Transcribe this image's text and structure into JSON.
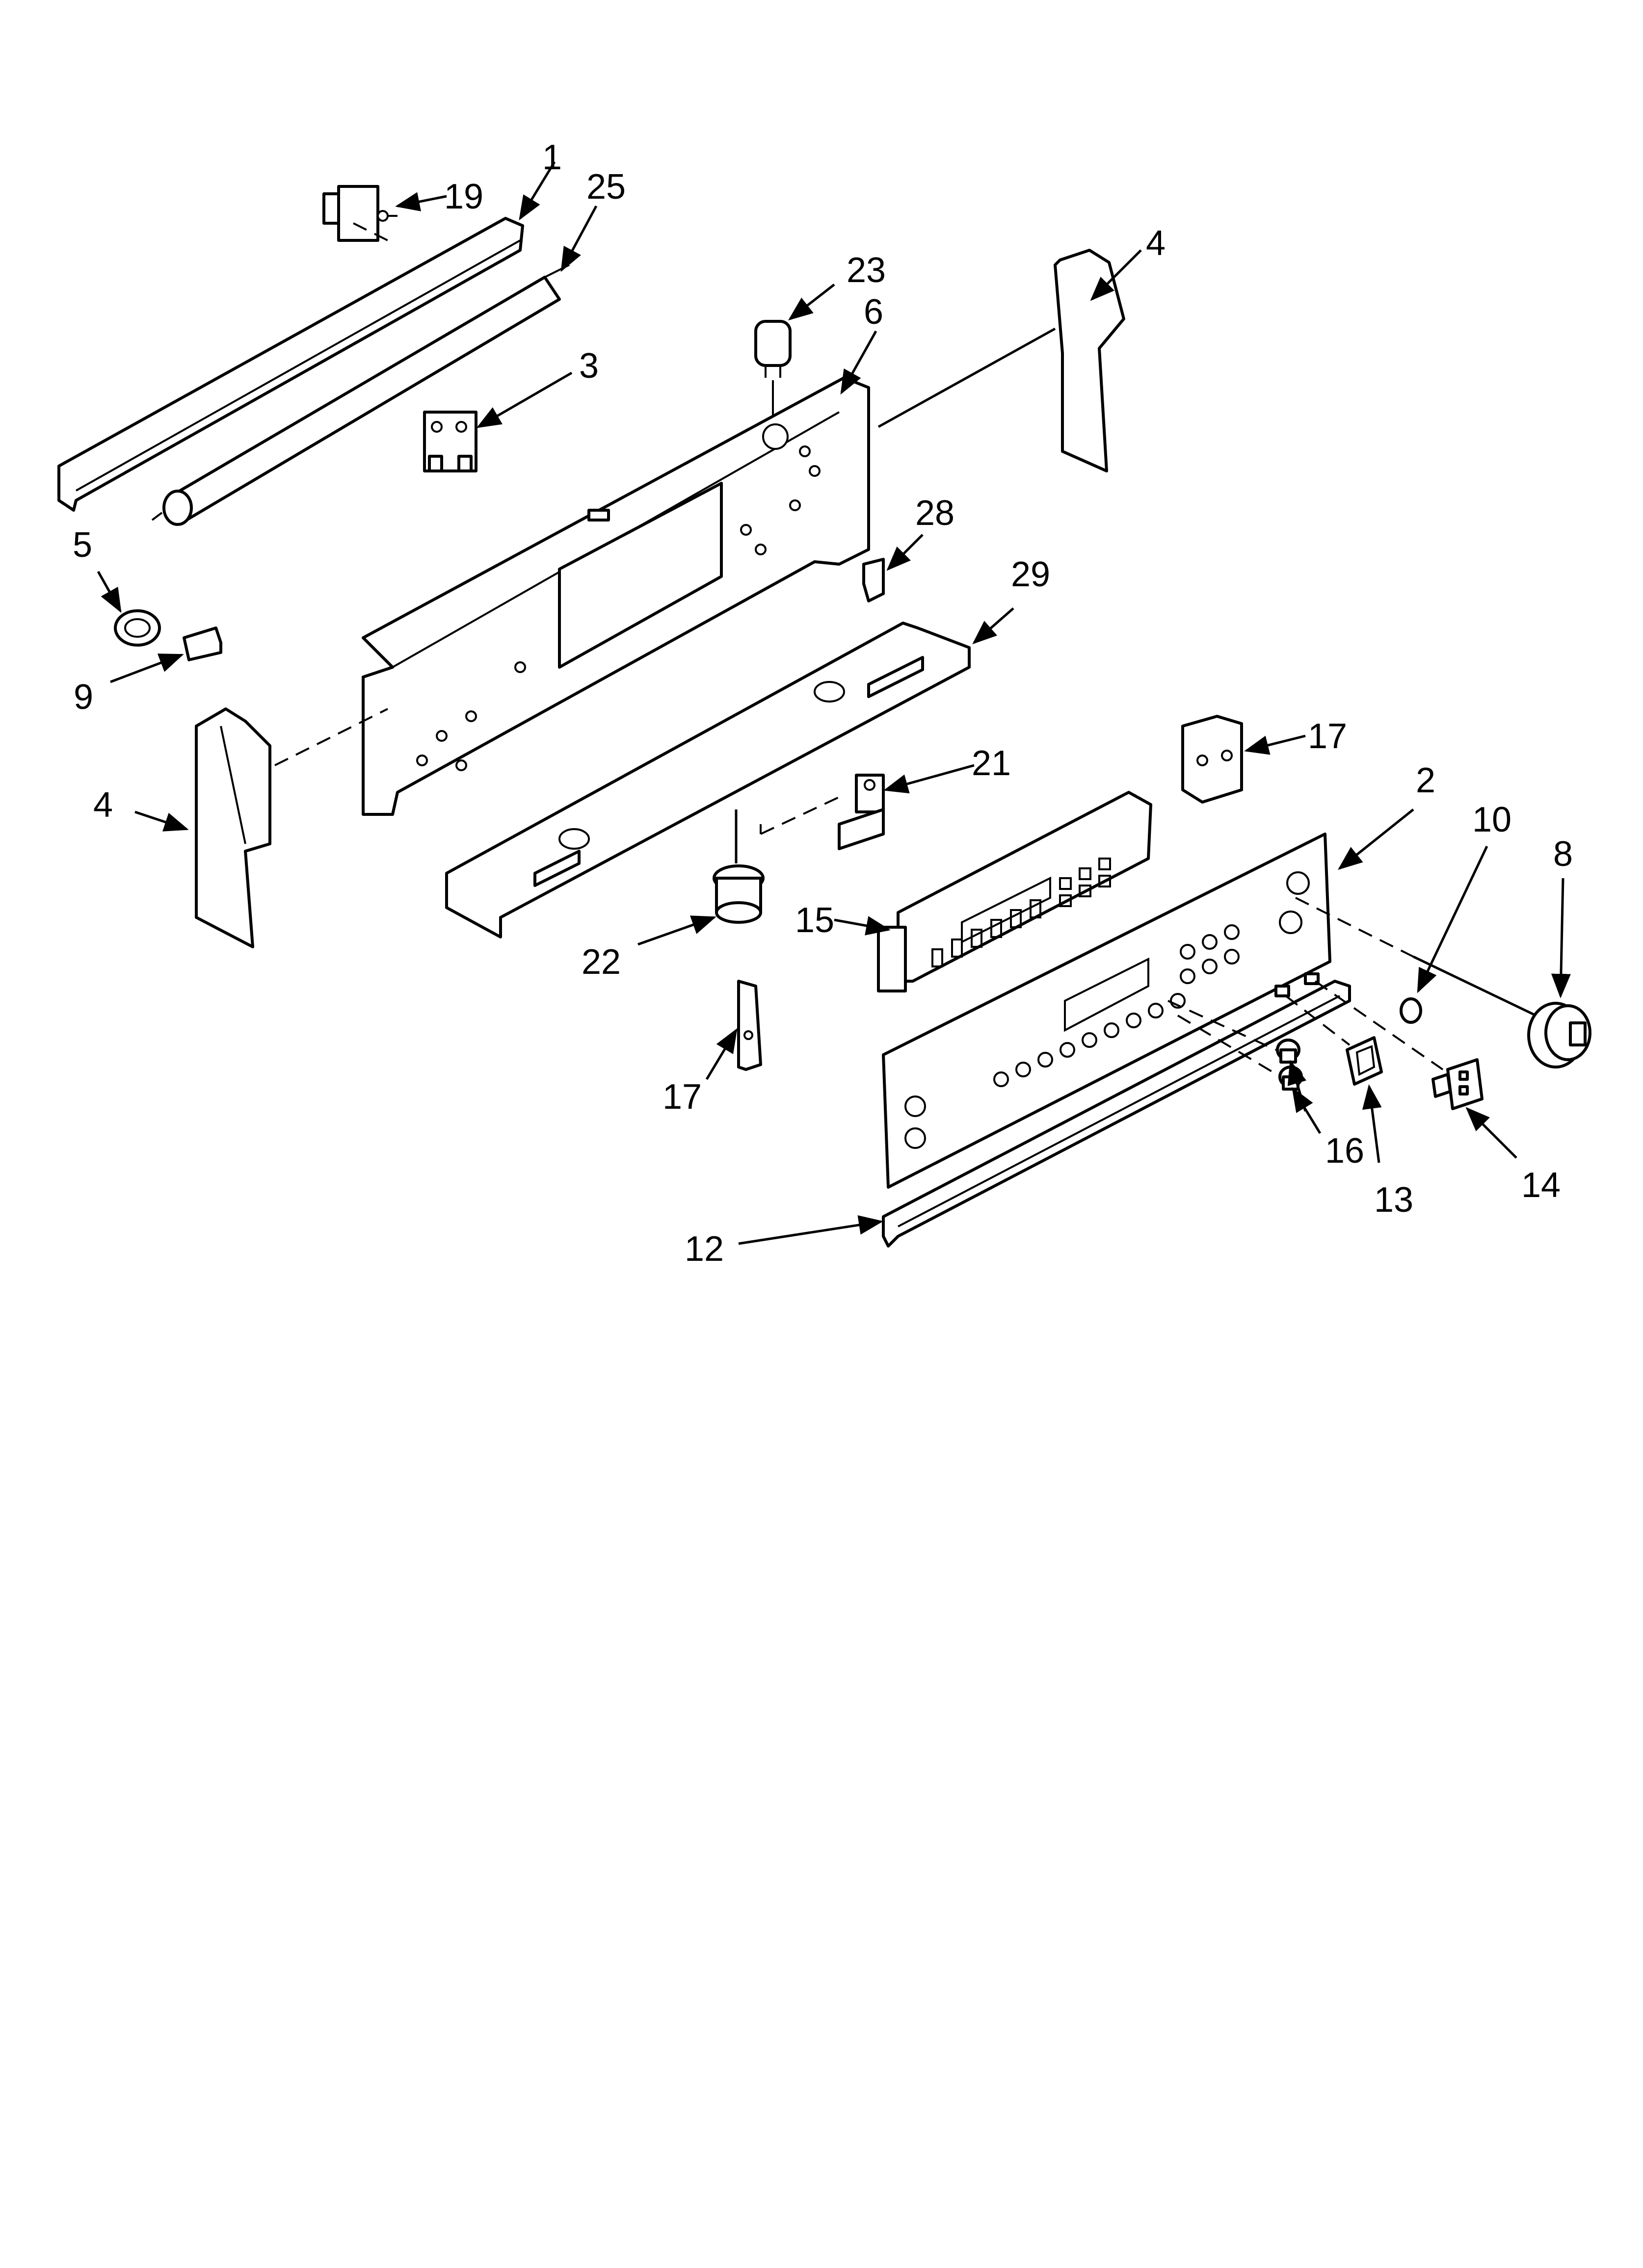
{
  "parts": [
    {
      "id": "p1",
      "num": "1"
    },
    {
      "id": "p2",
      "num": "2"
    },
    {
      "id": "p3",
      "num": "3"
    },
    {
      "id": "p4a",
      "num": "4"
    },
    {
      "id": "p4b",
      "num": "4"
    },
    {
      "id": "p5",
      "num": "5"
    },
    {
      "id": "p6",
      "num": "6"
    },
    {
      "id": "p8",
      "num": "8"
    },
    {
      "id": "p9",
      "num": "9"
    },
    {
      "id": "p10",
      "num": "10"
    },
    {
      "id": "p12",
      "num": "12"
    },
    {
      "id": "p13",
      "num": "13"
    },
    {
      "id": "p14",
      "num": "14"
    },
    {
      "id": "p15",
      "num": "15"
    },
    {
      "id": "p16",
      "num": "16"
    },
    {
      "id": "p17a",
      "num": "17"
    },
    {
      "id": "p17b",
      "num": "17"
    },
    {
      "id": "p19",
      "num": "19"
    },
    {
      "id": "p21",
      "num": "21"
    },
    {
      "id": "p22",
      "num": "22"
    },
    {
      "id": "p23",
      "num": "23"
    },
    {
      "id": "p25",
      "num": "25"
    },
    {
      "id": "p28",
      "num": "28"
    },
    {
      "id": "p29",
      "num": "29"
    }
  ]
}
